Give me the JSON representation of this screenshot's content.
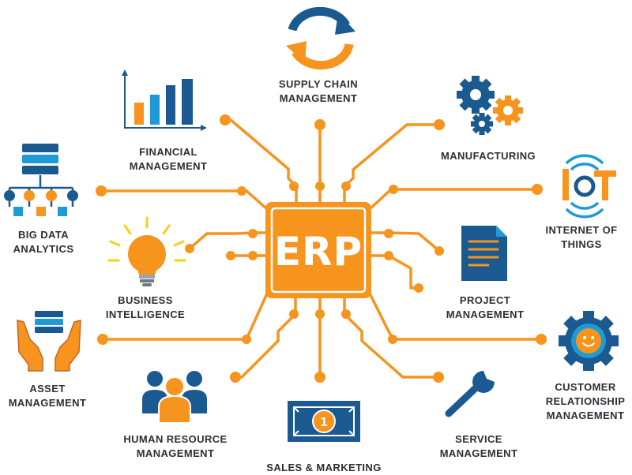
{
  "core": {
    "label": "ERP"
  },
  "colors": {
    "orange": "#F7941D",
    "blue": "#1A5A91",
    "light_blue": "#1E9AD6",
    "text": "#2B2F36"
  },
  "nodes": [
    {
      "id": "supply-chain",
      "lines": [
        "SUPPLY CHAIN",
        "MANAGEMENT"
      ],
      "icon": "refresh-arrows-icon"
    },
    {
      "id": "financial",
      "lines": [
        "FINANCIAL",
        "MANAGEMENT"
      ],
      "icon": "bar-chart-icon"
    },
    {
      "id": "manufacturing",
      "lines": [
        "MANUFACTURING"
      ],
      "icon": "gears-icon"
    },
    {
      "id": "big-data",
      "lines": [
        "BIG DATA",
        "ANALYTICS"
      ],
      "icon": "database-tree-icon"
    },
    {
      "id": "iot",
      "lines": [
        "INTERNET OF",
        "THINGS"
      ],
      "icon": "iot-signal-icon"
    },
    {
      "id": "business-intelligence",
      "lines": [
        "BUSINESS",
        "INTELLIGENCE"
      ],
      "icon": "lightbulb-icon"
    },
    {
      "id": "project",
      "lines": [
        "PROJECT",
        "MANAGEMENT"
      ],
      "icon": "document-icon"
    },
    {
      "id": "asset",
      "lines": [
        "ASSET",
        "MANAGEMENT"
      ],
      "icon": "hands-server-icon"
    },
    {
      "id": "crm",
      "lines": [
        "CUSTOMER",
        "RELATIONSHIP",
        "MANAGEMENT"
      ],
      "icon": "smiley-gear-icon"
    },
    {
      "id": "hr",
      "lines": [
        "HUMAN RESOURCE",
        "MANAGEMENT"
      ],
      "icon": "people-icon"
    },
    {
      "id": "sales",
      "lines": [
        "SALES & MARKETING"
      ],
      "icon": "banknote-icon"
    },
    {
      "id": "service",
      "lines": [
        "SERVICE",
        "MANAGEMENT"
      ],
      "icon": "wrench-icon"
    }
  ],
  "banknote_digit": "1"
}
